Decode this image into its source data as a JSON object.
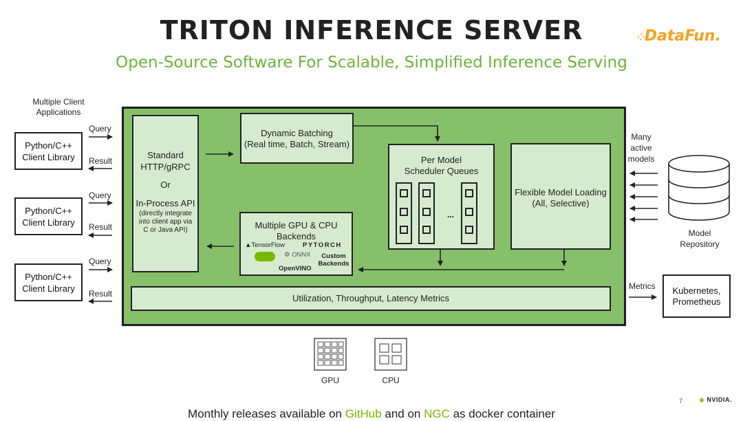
{
  "header": {
    "title": "TRITON INFERENCE SERVER",
    "subtitle": "Open-Source Software For Scalable, Simplified Inference Serving",
    "logo_text": "DataFun."
  },
  "clients": {
    "heading": "Multiple Client Applications",
    "items": [
      {
        "label": "Python/C++ Client Library",
        "query": "Query",
        "result": "Result"
      },
      {
        "label": "Python/C++ Client Library",
        "query": "Query",
        "result": "Result"
      },
      {
        "label": "Python/C++ Client Library",
        "query": "Query",
        "result": "Result"
      }
    ]
  },
  "api": {
    "line1": "Standard HTTP/gRPC",
    "line2": "Or",
    "line3": "In-Process API",
    "note": "(directly integrate into client app via C or Java API)"
  },
  "batching": {
    "title": "Dynamic Batching",
    "sub": "(Real time, Batch, Stream)"
  },
  "scheduler": {
    "title": "Per Model Scheduler Queues",
    "ellipsis": "..."
  },
  "loading": {
    "title": "Flexible Model Loading",
    "sub": "(All, Selective)"
  },
  "backends": {
    "title": "Multiple GPU & CPU Backends",
    "logos": [
      "TensorFlow",
      "PYTORCH",
      "ONNX",
      "Custom Backends",
      "OpenVINO"
    ]
  },
  "metrics_bar": "Utilization, Throughput, Latency Metrics",
  "repository": {
    "models_label": "Many active models",
    "label": "Model Repository"
  },
  "monitoring": {
    "arrow_label": "Metrics",
    "label": "Kubernetes, Prometheus"
  },
  "hardware": {
    "gpu": "GPU",
    "cpu": "CPU"
  },
  "footer": {
    "prefix": "Monthly releases available on ",
    "link1": "GitHub",
    "middle": " and on ",
    "link2": "NGC",
    "suffix": " as docker container"
  },
  "page": {
    "number": "7",
    "brand": "NVIDIA."
  },
  "colors": {
    "frame": "#86c06a",
    "inner_box": "#d6ead0",
    "accent_green": "#76b900",
    "subtitle_green": "#6cb33e",
    "logo_orange": "#f6a122"
  }
}
